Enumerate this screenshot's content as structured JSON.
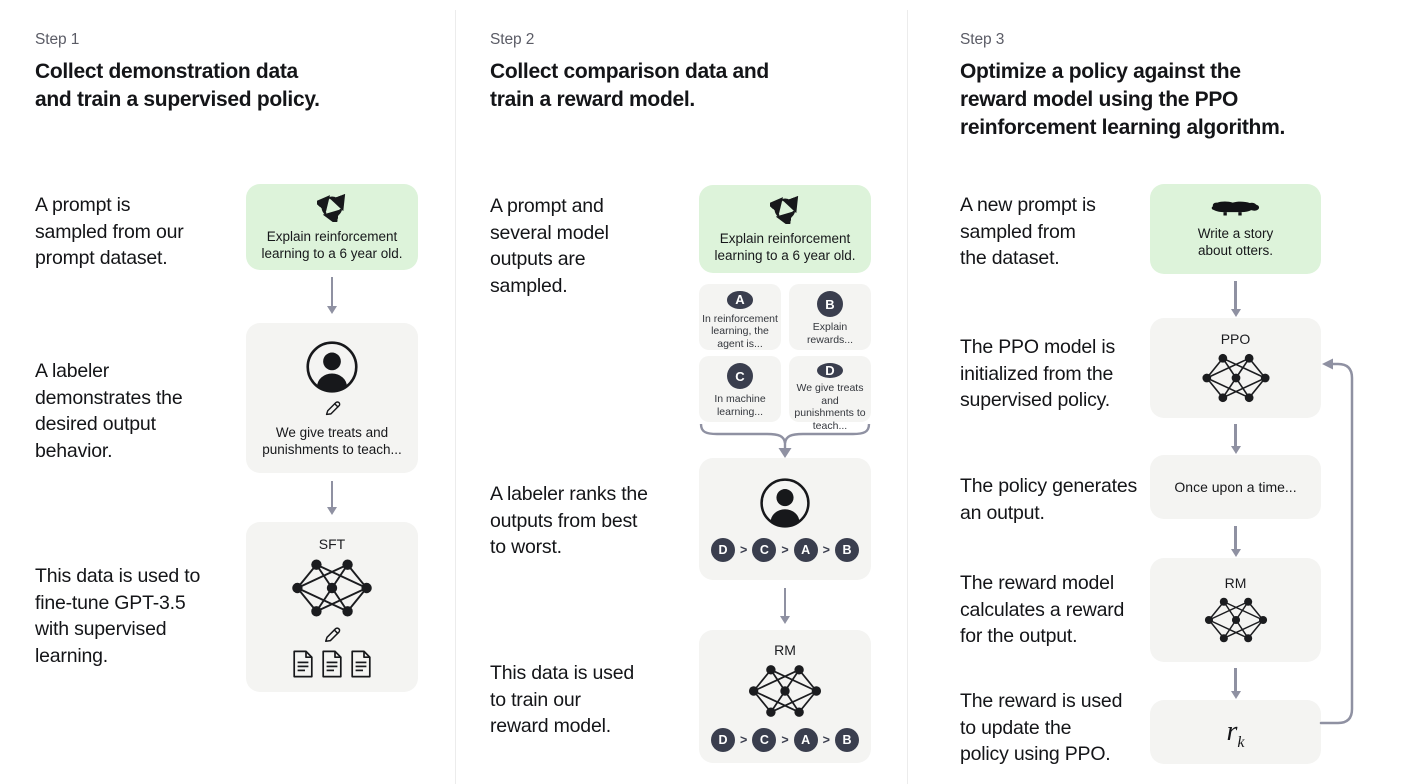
{
  "colors": {
    "background": "#ffffff",
    "prompt_box_green": "#ddf3da",
    "model_box_gray": "#f4f4f2",
    "badge_navy": "#3a3e4e",
    "arrow_gray": "#8f91a2",
    "divider_gray": "#ececec",
    "text_dark": "#141518",
    "step_label_gray": "#5b5c66"
  },
  "icons": {
    "cycle": "cycle-arrows-icon",
    "person": "person-icon",
    "pencil": "pencil-icon",
    "network": "neural-network-icon",
    "documents": "documents-icon",
    "otter": "otter-icon",
    "brace": "curly-brace-connector",
    "arrow": "down-arrow",
    "loop": "feedback-loop-arrow"
  },
  "step1": {
    "label": "Step 1",
    "title": "Collect demonstration data\nand train a supervised policy.",
    "captions": {
      "prompt": "A prompt is\nsampled from our\nprompt dataset.",
      "labeler": "A labeler\ndemonstrates the\ndesired output\nbehavior.",
      "finetune": "This data is used to\nfine-tune GPT-3.5\nwith supervised\nlearning."
    },
    "prompt_box": {
      "text": "Explain reinforcement\nlearning to a 6 year old."
    },
    "labeler_box": {
      "text": "We give treats and\npunishments to teach..."
    },
    "model_box": {
      "label": "SFT"
    }
  },
  "step2": {
    "label": "Step 2",
    "title": "Collect comparison data and\ntrain a reward model.",
    "captions": {
      "prompt": "A prompt and\nseveral model\noutputs are\nsampled.",
      "ranking": "A labeler ranks the\noutputs from best\nto worst.",
      "reward": "This data is used\nto train our\nreward model."
    },
    "prompt_box": {
      "text": "Explain reinforcement\nlearning to a 6 year old."
    },
    "outputs": [
      {
        "letter": "A",
        "text": "In reinforcement\nlearning, the\nagent is..."
      },
      {
        "letter": "B",
        "text": "Explain rewards..."
      },
      {
        "letter": "C",
        "text": "In machine\nlearning..."
      },
      {
        "letter": "D",
        "text": "We give treats and\npunishments to\nteach..."
      }
    ],
    "ranking": {
      "order": [
        "D",
        "C",
        "A",
        "B"
      ],
      "separator": ">"
    },
    "model_box": {
      "label": "RM"
    }
  },
  "step3": {
    "label": "Step 3",
    "title": "Optimize a policy against the\nreward model using the PPO\nreinforcement learning algorithm.",
    "captions": {
      "prompt": "A new prompt is\nsampled from\nthe dataset.",
      "init": "The PPO model is\ninitialized from the\nsupervised policy.",
      "output": "The policy generates\nan output.",
      "reward": "The reward model\ncalculates a reward\nfor the output.",
      "update": "The reward is used\nto update the\npolicy using PPO."
    },
    "prompt_box": {
      "text": "Write a story\nabout otters."
    },
    "ppo_box": {
      "label": "PPO"
    },
    "output_box": {
      "text": "Once upon a time..."
    },
    "rm_box": {
      "label": "RM"
    },
    "reward_box": {
      "base": "r",
      "sub": "k"
    }
  }
}
